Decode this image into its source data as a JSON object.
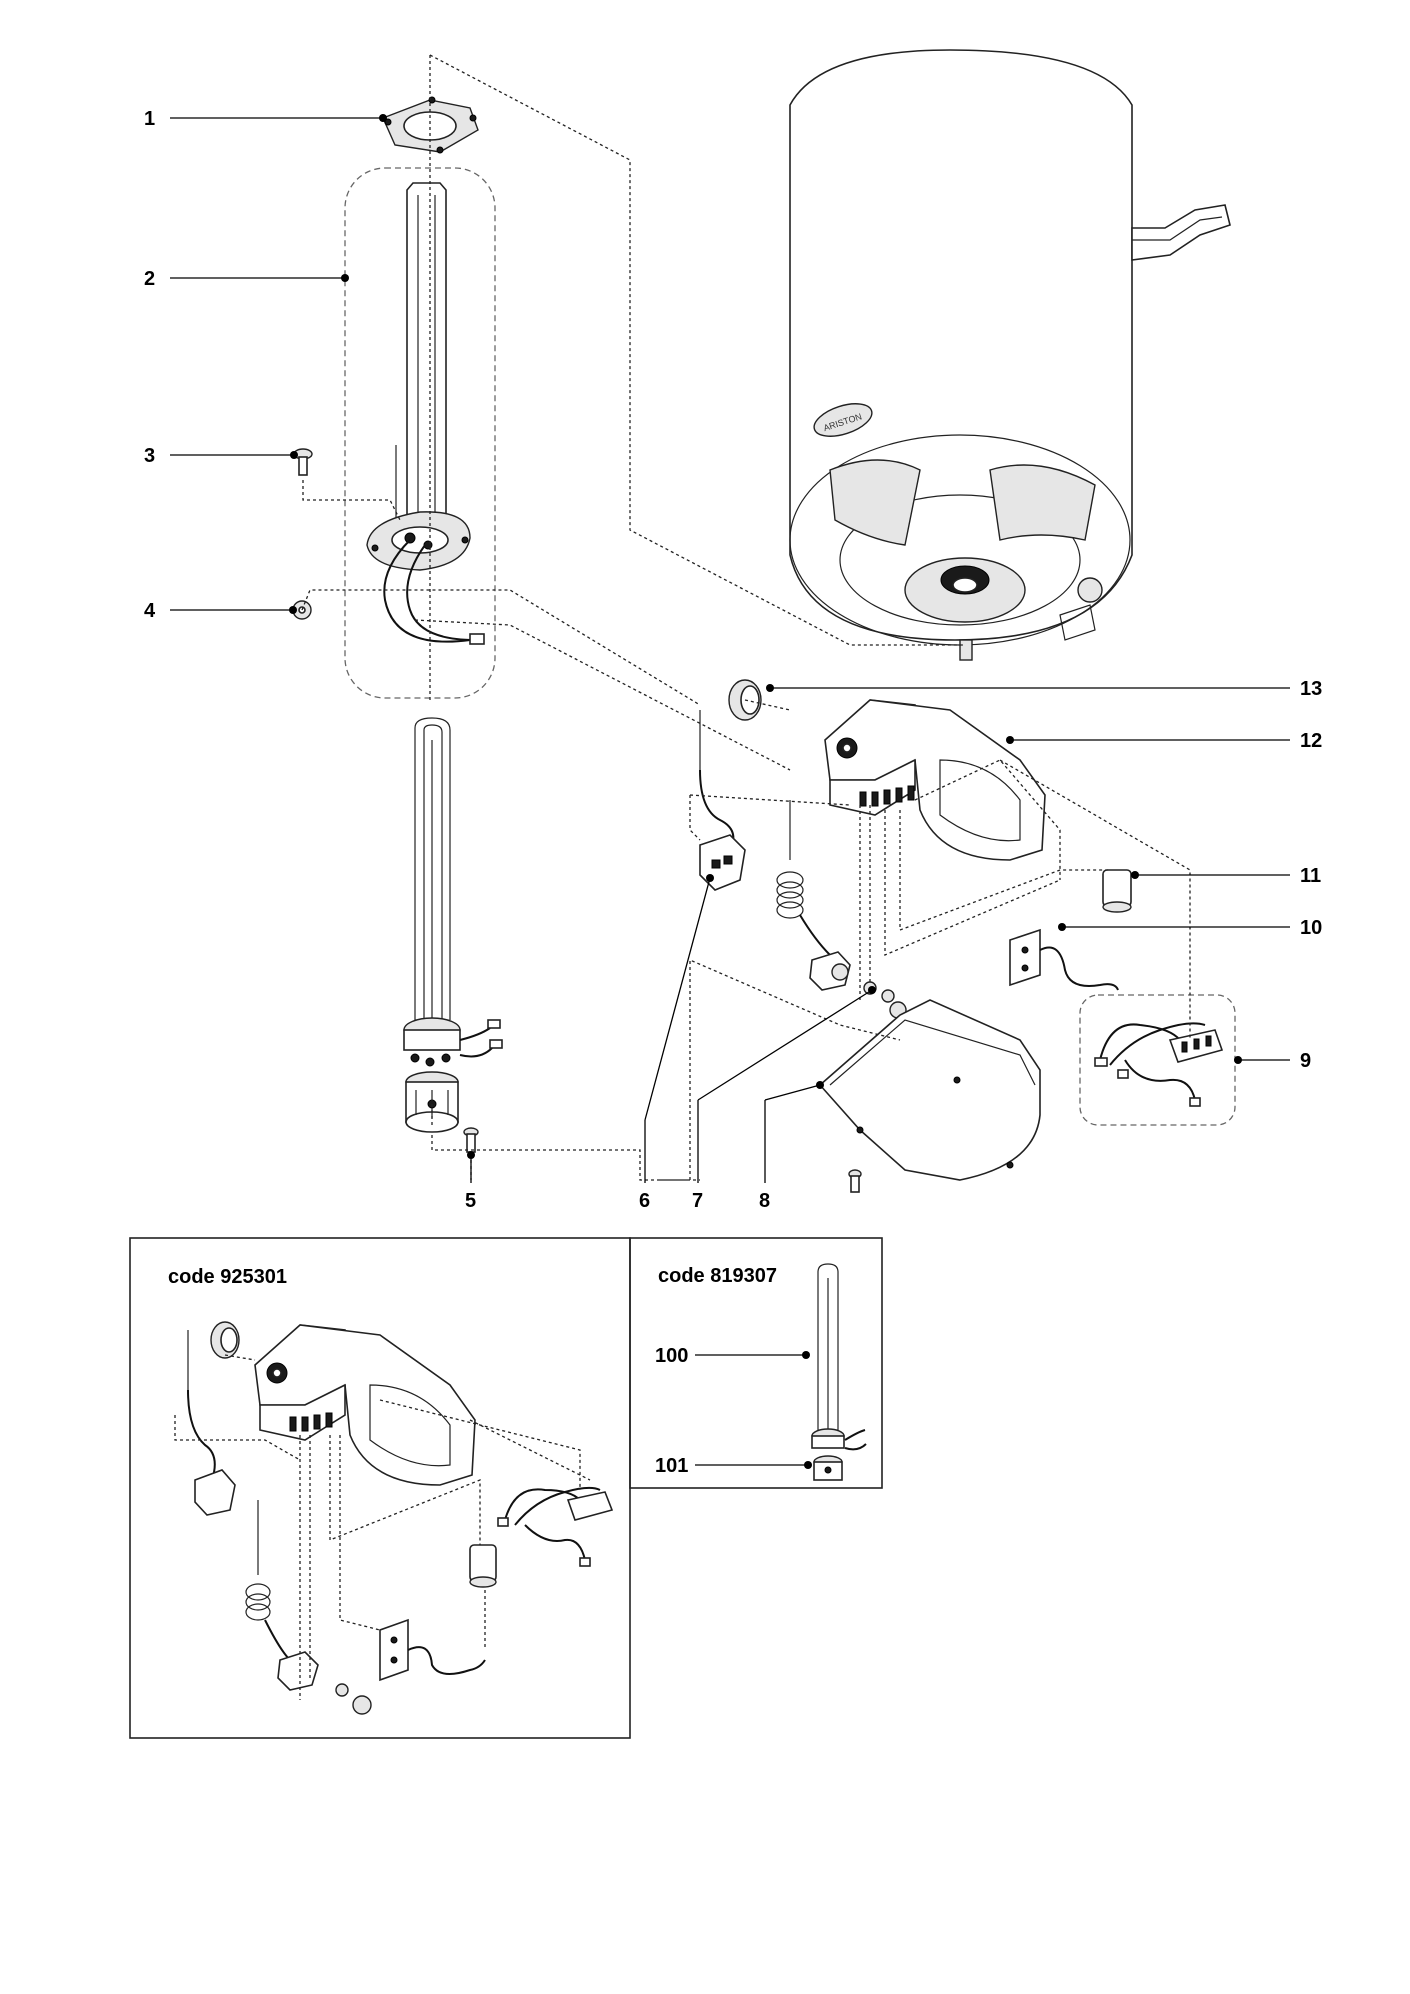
{
  "callouts": [
    {
      "id": "1",
      "label": "1"
    },
    {
      "id": "2",
      "label": "2"
    },
    {
      "id": "3",
      "label": "3"
    },
    {
      "id": "4",
      "label": "4"
    },
    {
      "id": "5",
      "label": "5"
    },
    {
      "id": "6",
      "label": "6"
    },
    {
      "id": "7",
      "label": "7"
    },
    {
      "id": "8",
      "label": "8"
    },
    {
      "id": "9",
      "label": "9"
    },
    {
      "id": "10",
      "label": "10"
    },
    {
      "id": "11",
      "label": "11"
    },
    {
      "id": "12",
      "label": "12"
    },
    {
      "id": "13",
      "label": "13"
    },
    {
      "id": "100",
      "label": "100"
    },
    {
      "id": "101",
      "label": "101"
    }
  ],
  "inset_thermostat_kit": {
    "title": "code 925301"
  },
  "inset_heating_element": {
    "title": "code 819307"
  },
  "tank": {
    "brand": "ARISTON"
  },
  "colors": {
    "line": "#222222",
    "background": "#ffffff"
  }
}
